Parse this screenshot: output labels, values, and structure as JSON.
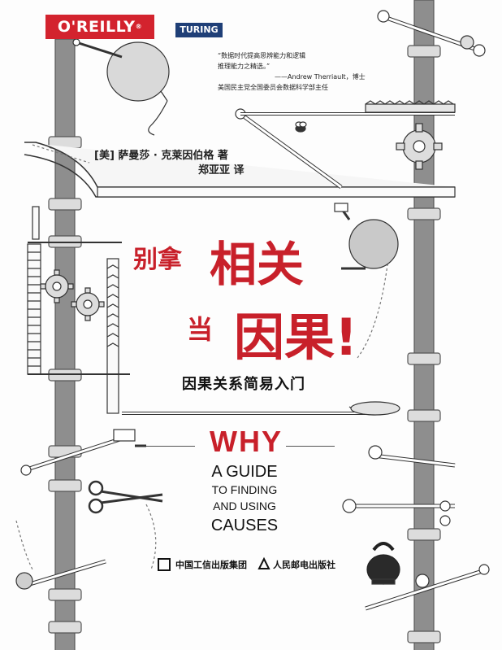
{
  "publisher": {
    "logo_text": "O'REILLY",
    "registered_mark": "®"
  },
  "series": {
    "logo_text": "TURING"
  },
  "quote": {
    "line1": "“数据时代提高思辨能力和逻辑",
    "line2": "推理能力之精选。”",
    "attribution": "——Andrew Therriault，博士",
    "role": "美国民主党全国委员会数据科学部主任"
  },
  "authors": "[美] 萨曼莎 · 克莱因伯格 著",
  "translator": "郑亚亚 译",
  "title": {
    "part1": "别拿",
    "part2": "相关",
    "part3": "当",
    "part4": "因果!"
  },
  "subtitle": "因果关系简易入门",
  "english": {
    "why": "WHY",
    "line1": "A GUIDE",
    "line2": "TO FINDING",
    "line3": "AND USING",
    "line4": "CAUSES"
  },
  "imprints": {
    "group": "中国工信出版集团",
    "press": "人民邮电出版社"
  },
  "colors": {
    "title_red": "#c8202a",
    "publisher_red": "#d3232e",
    "series_blue": "#1f3f77",
    "pipe_grey": "#8e8e8e"
  },
  "illustration": {
    "icons": [
      "balloon-icon",
      "gear-icon",
      "scissors-icon",
      "kettlebell-icon",
      "bee-icon",
      "ball-icon",
      "magnifier-icon"
    ]
  }
}
